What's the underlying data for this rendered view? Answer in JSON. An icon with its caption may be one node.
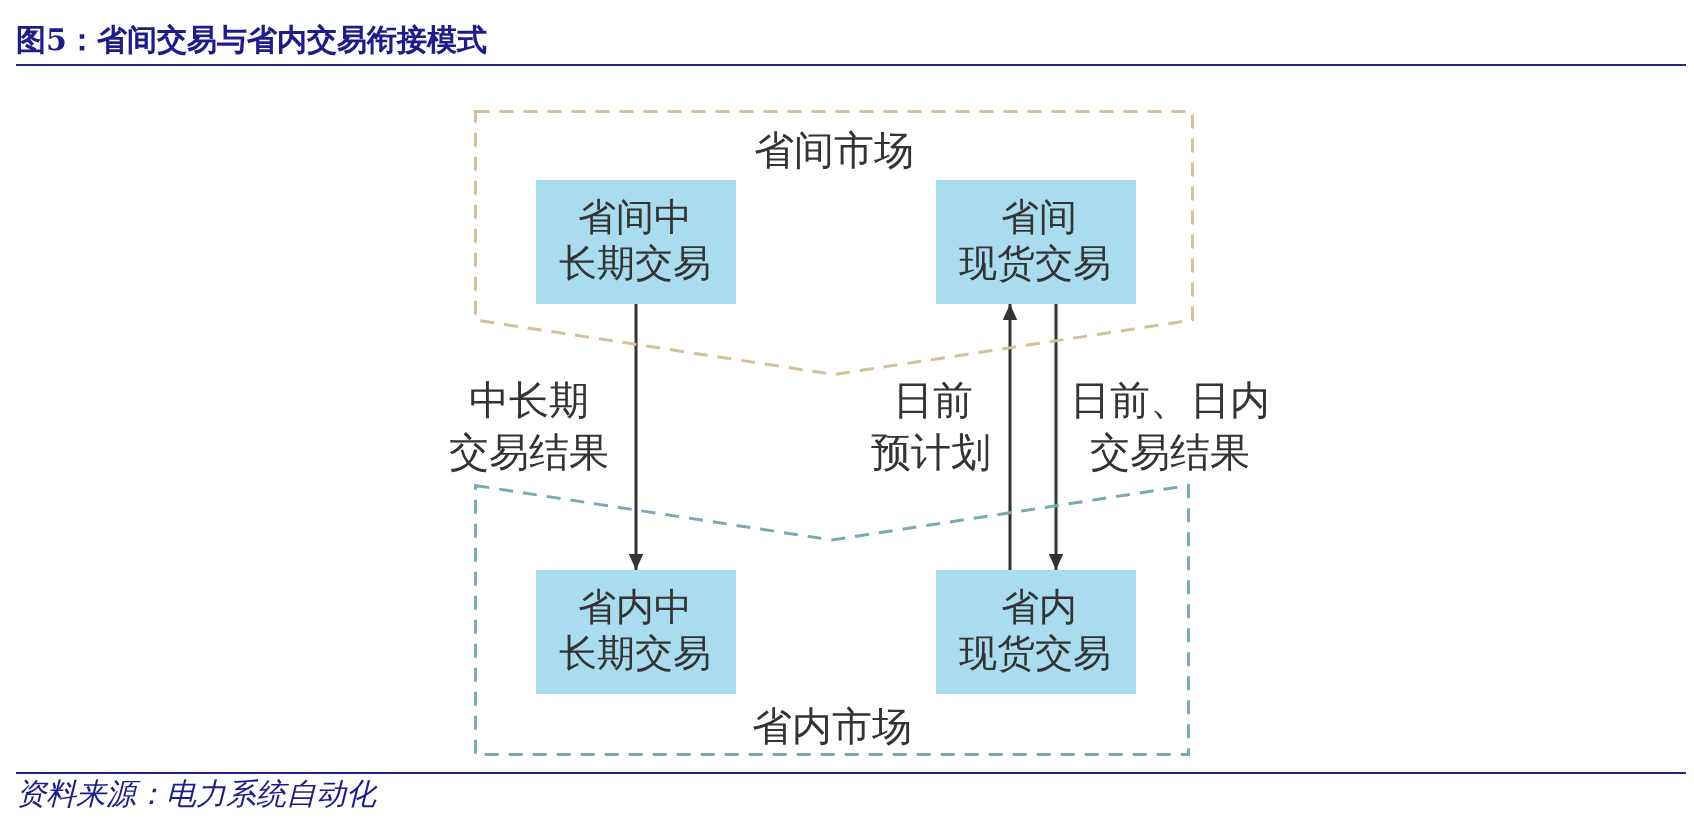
{
  "diagram": {
    "title": "图5：省间交易与省内交易衔接模式",
    "caption": "资料来源：电力系统自动化",
    "nodes": [
      {
        "text": [
          "省间市场"
        ]
      },
      {
        "text": [
          "省间中长期交易"
        ],
        "in": 0
      },
      {
        "text": [
          "省间现货交易"
        ],
        "in": 0
      },
      {
        "text": [
          "省内市场"
        ]
      },
      {
        "text": [
          "省内中长期交易"
        ],
        "in": 3
      },
      {
        "text": [
          "省内现货交易"
        ],
        "in": 3
      }
    ],
    "edges": [
      {
        "from": 1,
        "to": 4,
        "arrow": "to",
        "label": "中长期交易结果"
      },
      {
        "from": 5,
        "to": 2,
        "arrow": "to",
        "label": "日前预计划"
      },
      {
        "from": 2,
        "to": 5,
        "arrow": "to",
        "label": "日前、日内交易结果"
      }
    ]
  }
}
